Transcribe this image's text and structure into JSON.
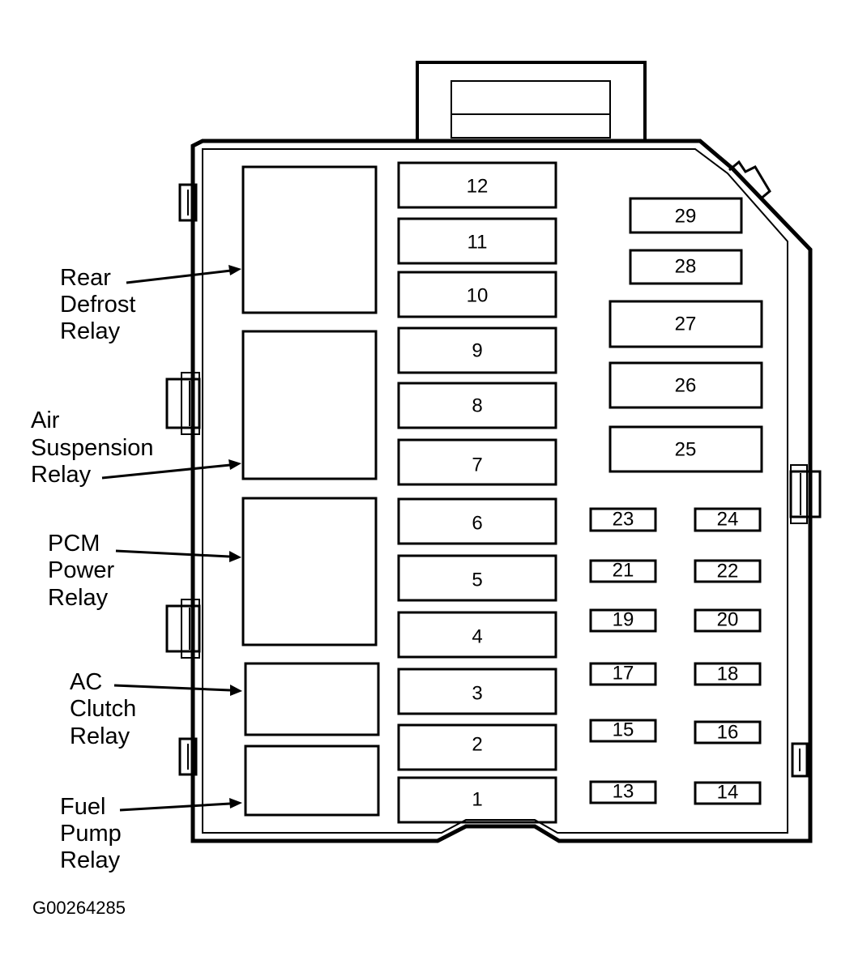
{
  "relays": [
    {
      "lines": [
        "Rear",
        "Defrost",
        "Relay"
      ]
    },
    {
      "lines": [
        "Air",
        "Suspension",
        "Relay"
      ]
    },
    {
      "lines": [
        "PCM",
        "Power",
        "Relay"
      ]
    },
    {
      "lines": [
        "AC",
        "Clutch",
        "Relay"
      ]
    },
    {
      "lines": [
        "Fuel",
        "Pump",
        "Relay"
      ]
    }
  ],
  "fuses": {
    "main_column": [
      "12",
      "11",
      "10",
      "9",
      "8",
      "7",
      "6",
      "5",
      "4",
      "3",
      "2",
      "1"
    ],
    "right_large": [
      "29",
      "28",
      "27",
      "26",
      "25"
    ],
    "mini_left": [
      "23",
      "21",
      "19",
      "17",
      "15",
      "13"
    ],
    "mini_right": [
      "24",
      "22",
      "20",
      "18",
      "16",
      "14"
    ]
  },
  "figure_code": "G00264285"
}
